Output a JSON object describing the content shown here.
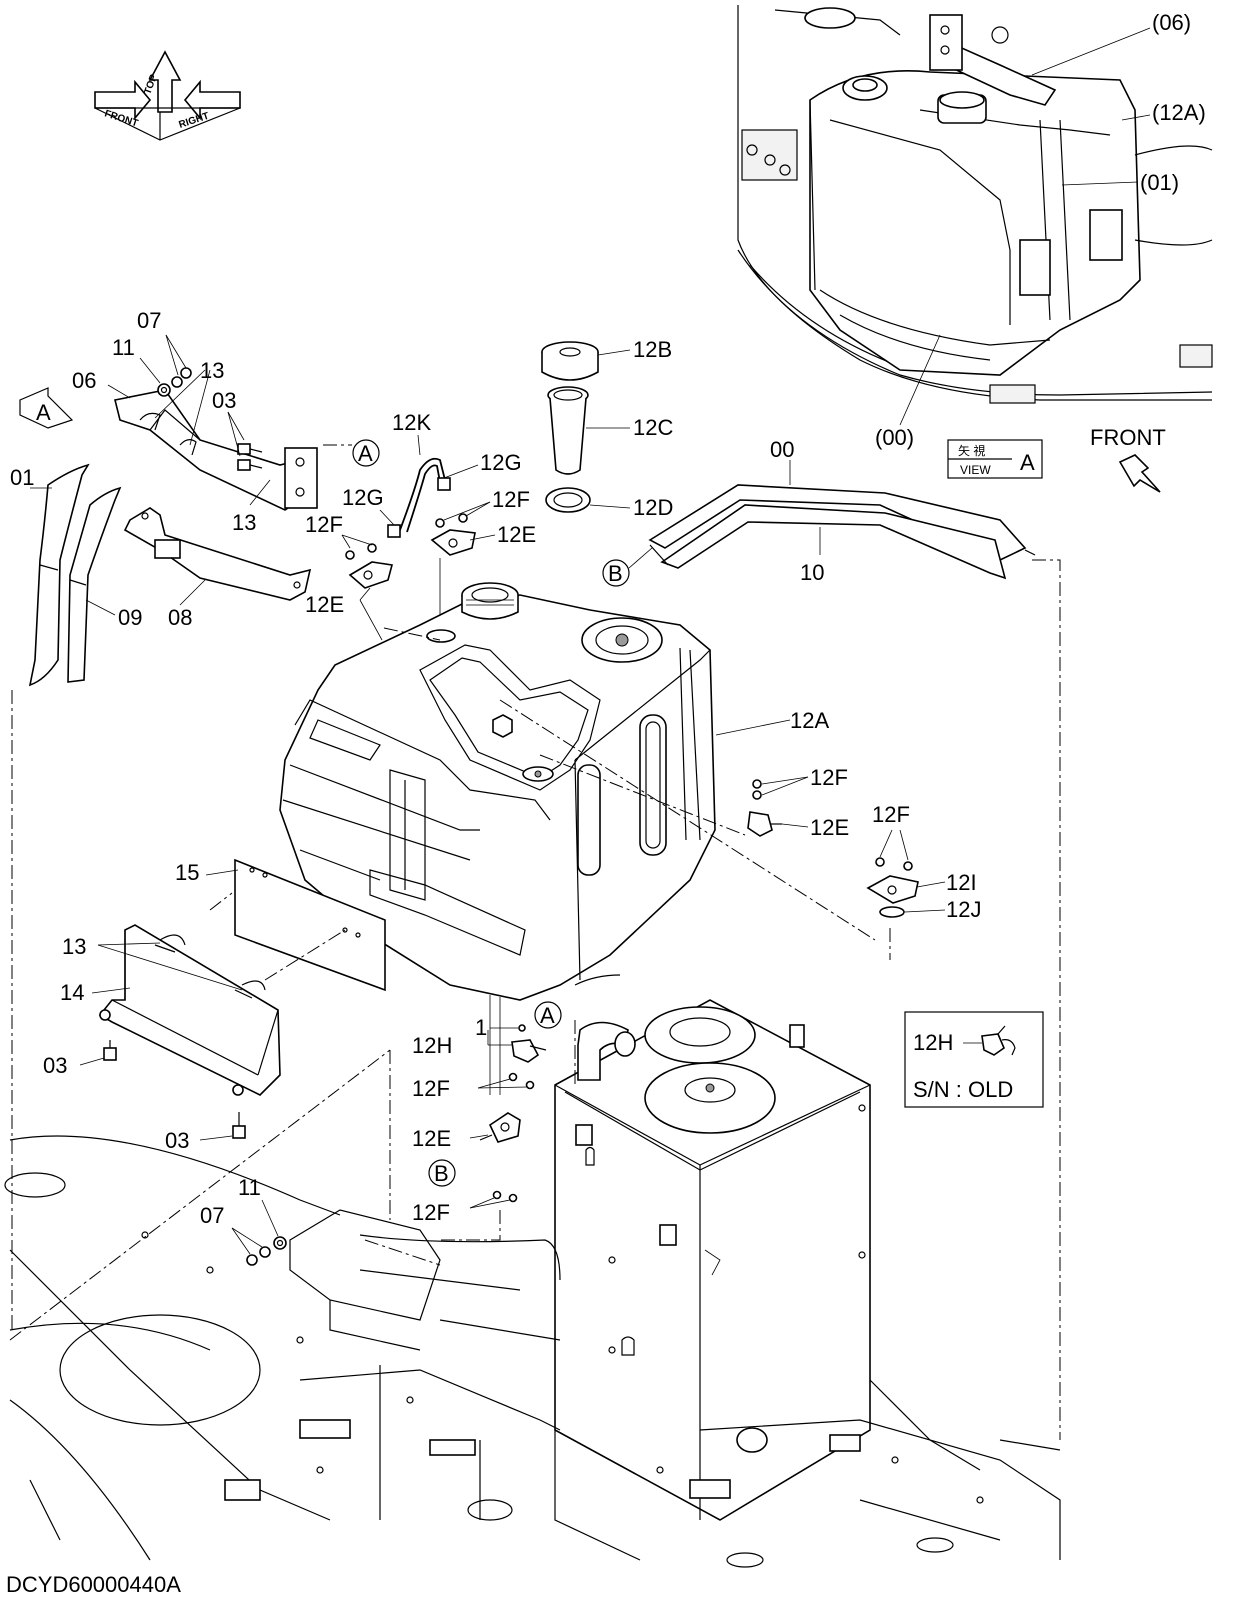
{
  "drawing_code": "DCYD60000440A",
  "orientation_labels": [
    "FRONT",
    "TOP",
    "RIGHT"
  ],
  "view_label": {
    "kanji": "矢 視",
    "word": "VIEW",
    "letter": "A"
  },
  "front_arrow_label": "FRONT",
  "circle_refs": {
    "a": "A",
    "b": "B"
  },
  "inset_callouts": [
    "(06)",
    "(12A)",
    "(01)",
    "(00)"
  ],
  "part_labels": {
    "p00": "00",
    "p01": "01",
    "p03": "03",
    "p06": "06",
    "p07": "07",
    "p08": "08",
    "p09": "09",
    "p10": "10",
    "p11": "11",
    "p13": "13",
    "p14": "14",
    "p15": "15",
    "p12A": "12A",
    "p12B": "12B",
    "p12C": "12C",
    "p12D": "12D",
    "p12E": "12E",
    "p12F": "12F",
    "p12G": "12G",
    "p12H": "12H",
    "p12I": "12I",
    "p12J": "12J",
    "p12K": "12K",
    "p1": "1"
  },
  "legend_box": {
    "part": "12H",
    "note": "S/N : OLD"
  }
}
